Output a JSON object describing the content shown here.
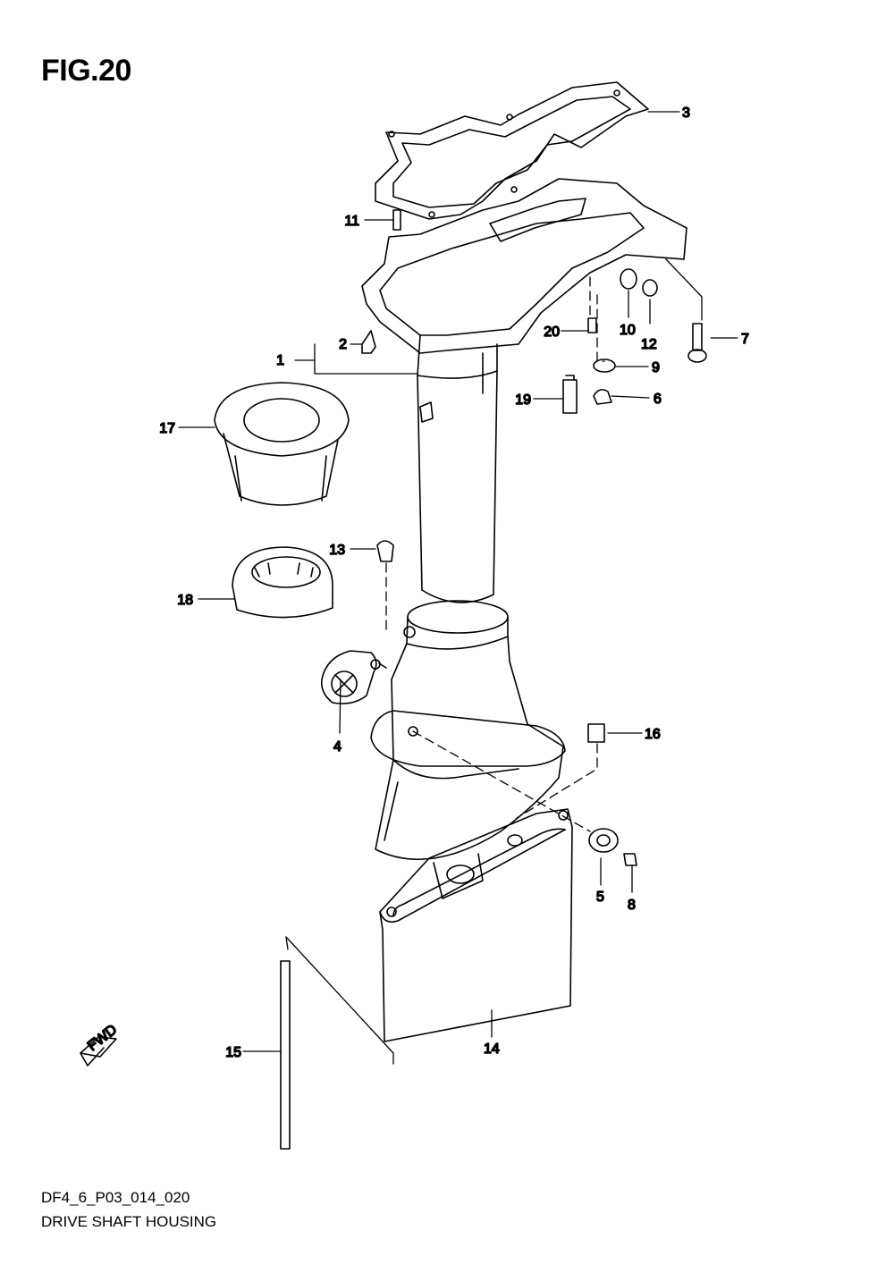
{
  "figure": {
    "title": "FIG.20",
    "drawing_code": "DF4_6_P03_014_020",
    "drawing_name": "DRIVE SHAFT HOUSING",
    "fwd_arrow_label": "FWD"
  },
  "callouts": [
    {
      "id": "1",
      "label": "1"
    },
    {
      "id": "2",
      "label": "2"
    },
    {
      "id": "3",
      "label": "3"
    },
    {
      "id": "4",
      "label": "4"
    },
    {
      "id": "5",
      "label": "5"
    },
    {
      "id": "6",
      "label": "6"
    },
    {
      "id": "7",
      "label": "7"
    },
    {
      "id": "8",
      "label": "8"
    },
    {
      "id": "9",
      "label": "9"
    },
    {
      "id": "10",
      "label": "10"
    },
    {
      "id": "11",
      "label": "11"
    },
    {
      "id": "12",
      "label": "12"
    },
    {
      "id": "13",
      "label": "13"
    },
    {
      "id": "14",
      "label": "14"
    },
    {
      "id": "15",
      "label": "15"
    },
    {
      "id": "16",
      "label": "16"
    },
    {
      "id": "17",
      "label": "17"
    },
    {
      "id": "18",
      "label": "18"
    },
    {
      "id": "19",
      "label": "19"
    },
    {
      "id": "20",
      "label": "20"
    }
  ]
}
